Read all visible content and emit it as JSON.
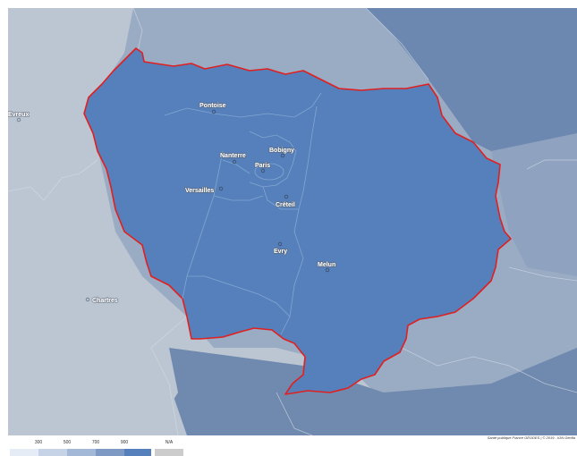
{
  "map": {
    "colors": {
      "region_fill": "#5580bb",
      "region_border": "#e02020",
      "frame_neutral": "#bcc5d2",
      "frame_light": "#9aabc4",
      "frame_mid": "#7f96b8",
      "frame_dark": "#6c88b0",
      "internal_borders": "#8fb0d8"
    },
    "cities": [
      {
        "key": "pontoise",
        "label": "Pontoise"
      },
      {
        "key": "nanterre",
        "label": "Nanterre"
      },
      {
        "key": "bobigny",
        "label": "Bobigny"
      },
      {
        "key": "paris",
        "label": "Paris"
      },
      {
        "key": "versailles",
        "label": "Versailles"
      },
      {
        "key": "creteil",
        "label": "Créteil"
      },
      {
        "key": "evry",
        "label": "Evry"
      },
      {
        "key": "melun",
        "label": "Melun"
      },
      {
        "key": "evreux",
        "label": "Evreux"
      },
      {
        "key": "chartres",
        "label": "Chartres"
      }
    ],
    "credit": "Santé publique France GÉODES | © 2019 - IGN Géofla"
  },
  "legend": {
    "ticks": [
      "300",
      "500",
      "700",
      "900",
      "N/A"
    ],
    "swatch_colors": [
      "#e6ecf5",
      "#c6d3e6",
      "#a3b7d6",
      "#7d99c4",
      "#5580bb",
      "#cccccc"
    ]
  }
}
